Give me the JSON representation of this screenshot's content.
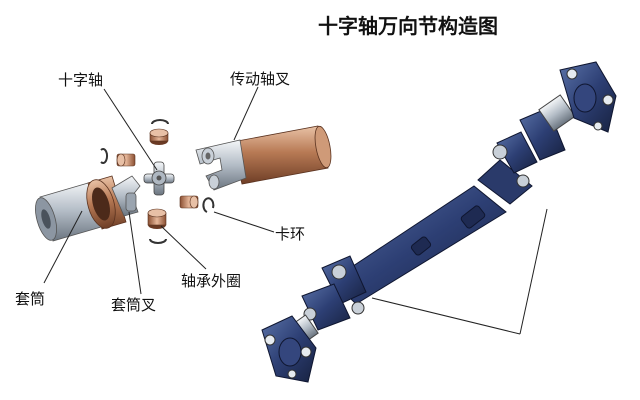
{
  "diagram": {
    "title": "十字轴万向节构造图",
    "labels": {
      "cross_shaft": "十字轴",
      "drive_shaft_yoke": "传动轴叉",
      "snap_ring": "卡环",
      "bearing_outer_ring": "轴承外圈",
      "sleeve_yoke": "套筒叉",
      "sleeve": "套筒"
    }
  }
}
